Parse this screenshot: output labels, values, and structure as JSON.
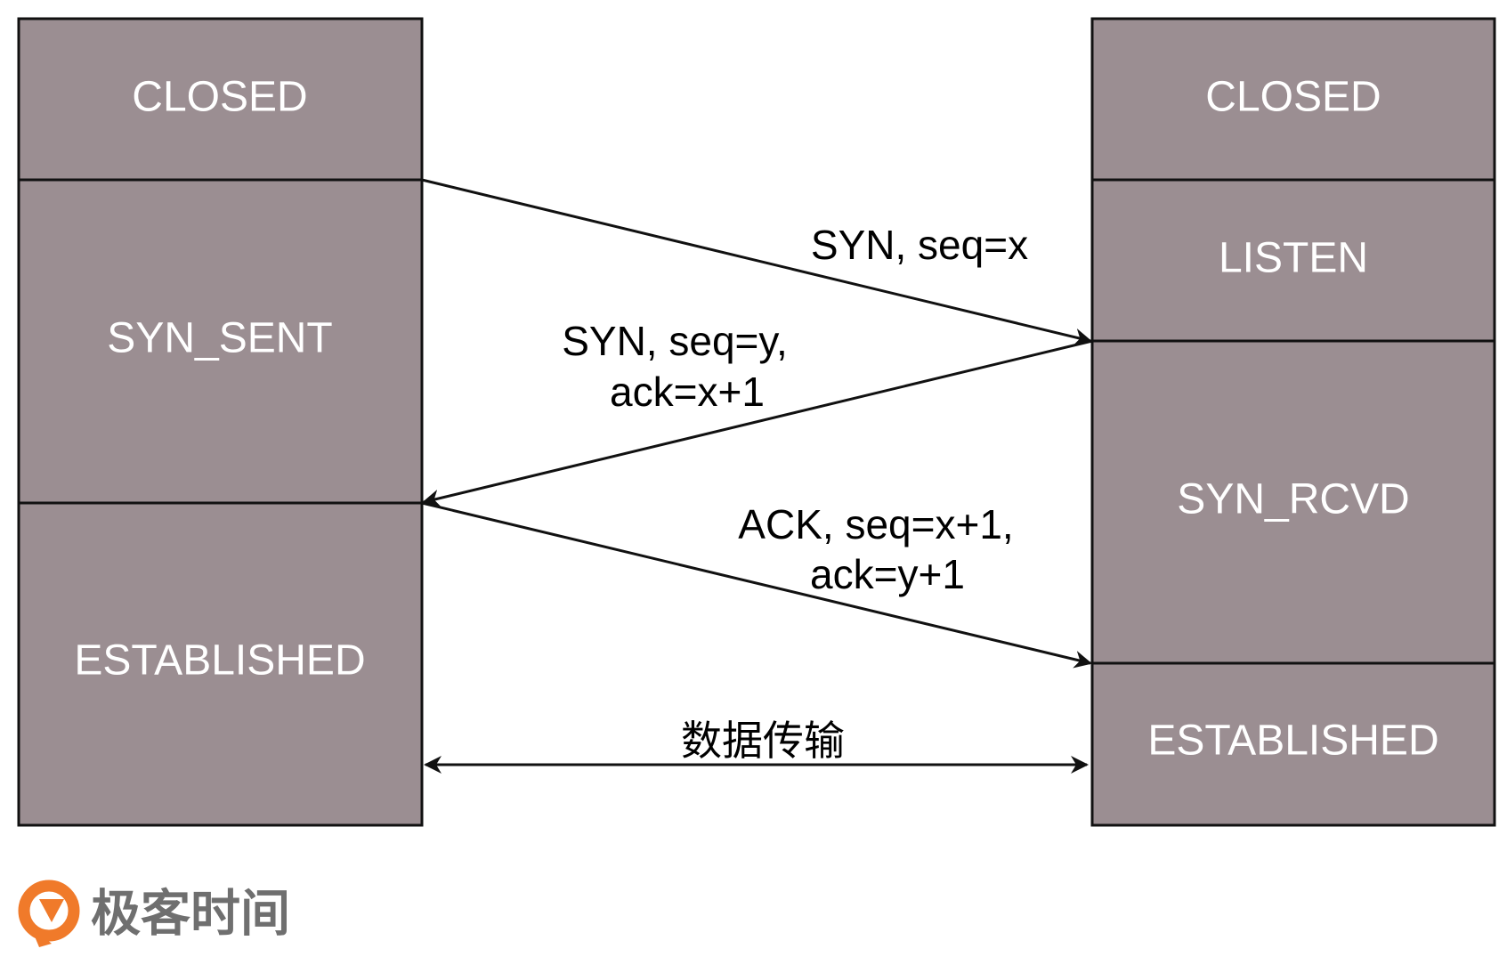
{
  "left_column": {
    "states": [
      "CLOSED",
      "SYN_SENT",
      "ESTABLISHED"
    ]
  },
  "right_column": {
    "states": [
      "CLOSED",
      "LISTEN",
      "SYN_RCVD",
      "ESTABLISHED"
    ]
  },
  "messages": {
    "syn": {
      "line1": "SYN, seq=x"
    },
    "syn_ack": {
      "line1": "SYN, seq=y,",
      "line2": "ack=x+1"
    },
    "ack": {
      "line1": "ACK, seq=x+1,",
      "line2": "ack=y+1"
    },
    "data_transfer": {
      "line1": "数据传输"
    }
  },
  "logo": {
    "text": "极客时间",
    "icon": "geektime-logo-icon",
    "accent_color": "#f07a2a"
  },
  "colors": {
    "state_fill": "#9b8e92",
    "state_text": "#ffffff",
    "line": "#111111"
  }
}
